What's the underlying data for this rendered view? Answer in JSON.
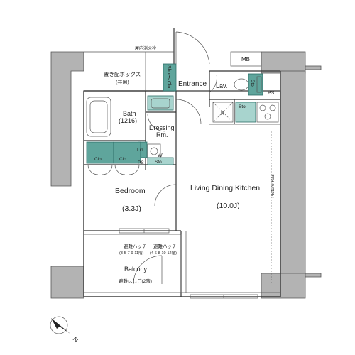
{
  "labels": {
    "indoor_hydrant": "屋内消火栓",
    "delivery_box": "置き配ボックス",
    "delivery_box_sub": "(共用)",
    "mb": "MB",
    "ps_top": "PS",
    "ps_mid": "PS",
    "shoes_clo": "Shoes Clo.",
    "entrance": "Entrance",
    "lav": "Lav.",
    "sto_toilet": "Sto.",
    "sto_kitchen": "Sto.",
    "r": "R",
    "bath": "Bath",
    "bath_size": "(1216)",
    "dressing": "Dressing",
    "dressing_rm": "Rm.",
    "lin": "Lin.",
    "w": "W",
    "sto_dressing": "Sto.",
    "clo1": "Clo.",
    "clo2": "Clo.",
    "bedroom": "Bedroom",
    "bedroom_size": "(3.3J)",
    "ldk": "Living Dining Kitchen",
    "ldk_size": "(10.0J)",
    "picture_rail": "Picture Rail",
    "hatch1": "避難ハッチ",
    "hatch1_floors": "(3·5·7·9·11階)",
    "hatch2": "避難ハッチ",
    "hatch2_floors": "(4·6·8·10·12階)",
    "balcony": "Balcony",
    "ladder": "避難はしご(2階)",
    "north": "N"
  }
}
